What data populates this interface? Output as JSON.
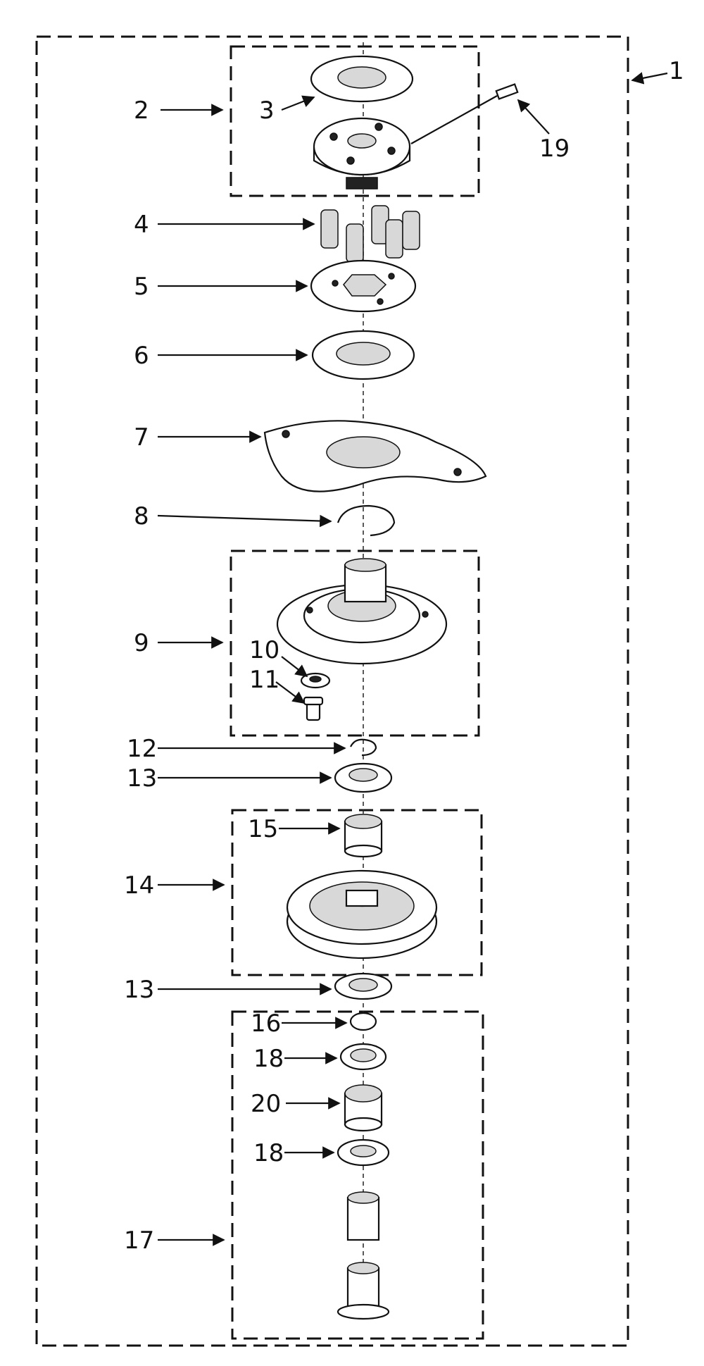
{
  "callouts": [
    {
      "id": "c1",
      "text": "1"
    },
    {
      "id": "c2",
      "text": "2"
    },
    {
      "id": "c3",
      "text": "3"
    },
    {
      "id": "c19",
      "text": "19"
    },
    {
      "id": "c4",
      "text": "4"
    },
    {
      "id": "c5",
      "text": "5"
    },
    {
      "id": "c6",
      "text": "6"
    },
    {
      "id": "c7",
      "text": "7"
    },
    {
      "id": "c8",
      "text": "8"
    },
    {
      "id": "c9",
      "text": "9"
    },
    {
      "id": "c10",
      "text": "10"
    },
    {
      "id": "c11",
      "text": "11"
    },
    {
      "id": "c12",
      "text": "12"
    },
    {
      "id": "c13a",
      "text": "13"
    },
    {
      "id": "c15",
      "text": "15"
    },
    {
      "id": "c14",
      "text": "14"
    },
    {
      "id": "c13b",
      "text": "13"
    },
    {
      "id": "c16",
      "text": "16"
    },
    {
      "id": "c18a",
      "text": "18"
    },
    {
      "id": "c20",
      "text": "20"
    },
    {
      "id": "c18b",
      "text": "18"
    },
    {
      "id": "c17",
      "text": "17"
    }
  ]
}
